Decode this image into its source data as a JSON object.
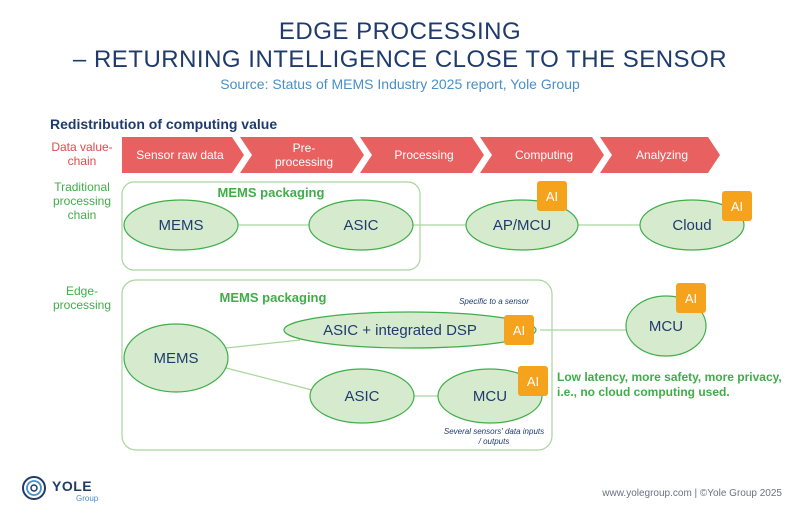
{
  "title": {
    "line1": "EDGE PROCESSING",
    "line2": "– RETURNING INTELLIGENCE CLOSE TO THE SENSOR",
    "source": "Source: Status of MEMS Industry 2025 report, Yole Group"
  },
  "section_heading": "Redistribution of computing value",
  "row_labels": {
    "value_chain": "Data value-chain",
    "traditional": "Traditional processing chain",
    "edge": "Edge-processing"
  },
  "value_chain_steps": [
    "Sensor raw data",
    "Pre-processing",
    "Processing",
    "Computing",
    "Analyzing"
  ],
  "traditional": {
    "packaging_label": "MEMS packaging",
    "nodes": [
      "MEMS",
      "ASIC",
      "AP/MCU",
      "Cloud"
    ],
    "ai_badge": "AI"
  },
  "edge": {
    "packaging_label": "MEMS packaging",
    "note_top": "Specific to a sensor",
    "note_bottom": "Several sensors' data inputs / outputs",
    "nodes": {
      "mems": "MEMS",
      "asic_dsp": "ASIC + integrated DSP",
      "asic": "ASIC",
      "mcu_inner": "MCU",
      "mcu_outer": "MCU"
    },
    "ai_badge": "AI",
    "benefits": "Low latency, more safety, more privacy, i.e., no cloud computing used."
  },
  "logo": {
    "name": "YOLE",
    "sub": "Group"
  },
  "footer": "www.yolegroup.com | ©Yole Group 2025",
  "colors": {
    "navy": "#1f3b6e",
    "arrow_red": "#e8605f",
    "green": "#3fae49",
    "ellipse_fill": "#d6ebcd",
    "ellipse_stroke": "#3fae49",
    "ai_orange": "#f5a21c",
    "source_blue": "#4a8fc9"
  }
}
